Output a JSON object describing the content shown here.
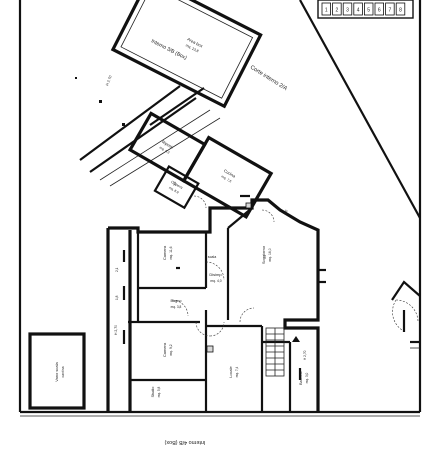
{
  "title": "Interno 4/B (Box)",
  "street": "Corte interno 2/A",
  "top_area_label": "Interno 3/B (Box)",
  "rooms": [
    {
      "key": "box_area",
      "name": "Area box",
      "sub": "mq. 13,8"
    },
    {
      "key": "room_a",
      "name": "Ripost.",
      "sub": "mq. 4,2"
    },
    {
      "key": "room_b",
      "name": "Cucina",
      "sub": "mq. 7,6"
    },
    {
      "key": "room_c",
      "name": "Camera",
      "sub": "mq. 8,9"
    },
    {
      "key": "hall",
      "name": "Disimp.",
      "sub": "mq. 4,0"
    },
    {
      "key": "living",
      "name": "Soggiorno",
      "sub": "mq. 16,0"
    },
    {
      "key": "bath",
      "name": "Bagno",
      "sub": "mq. 3,8"
    },
    {
      "key": "bedroom2",
      "name": "Camera",
      "sub": "mq. 11,6"
    },
    {
      "key": "bedroom3",
      "name": "Camera",
      "sub": "mq. 9,2"
    },
    {
      "key": "studio",
      "name": "Studio",
      "sub": "mq. 5,8"
    },
    {
      "key": "side_room",
      "name": "Locale",
      "sub": "mq. 7,4"
    },
    {
      "key": "balcony",
      "name": "Balcone",
      "sub": "mq. 3,0"
    }
  ],
  "small_labels": {
    "left_a": "H 2,70",
    "left_b": "H 2,70",
    "stair_note": "scala",
    "dim_a": "3,0",
    "dim_b": "2,1",
    "dim_c": "1,8",
    "dim_d": "2,2",
    "note_left": "cantina",
    "note_right": "H 2,70"
  },
  "legend": {
    "cells": [
      "1",
      "2",
      "3",
      "4",
      "5",
      "6",
      "7",
      "8"
    ]
  },
  "bottom_left_label": "Vano scala"
}
